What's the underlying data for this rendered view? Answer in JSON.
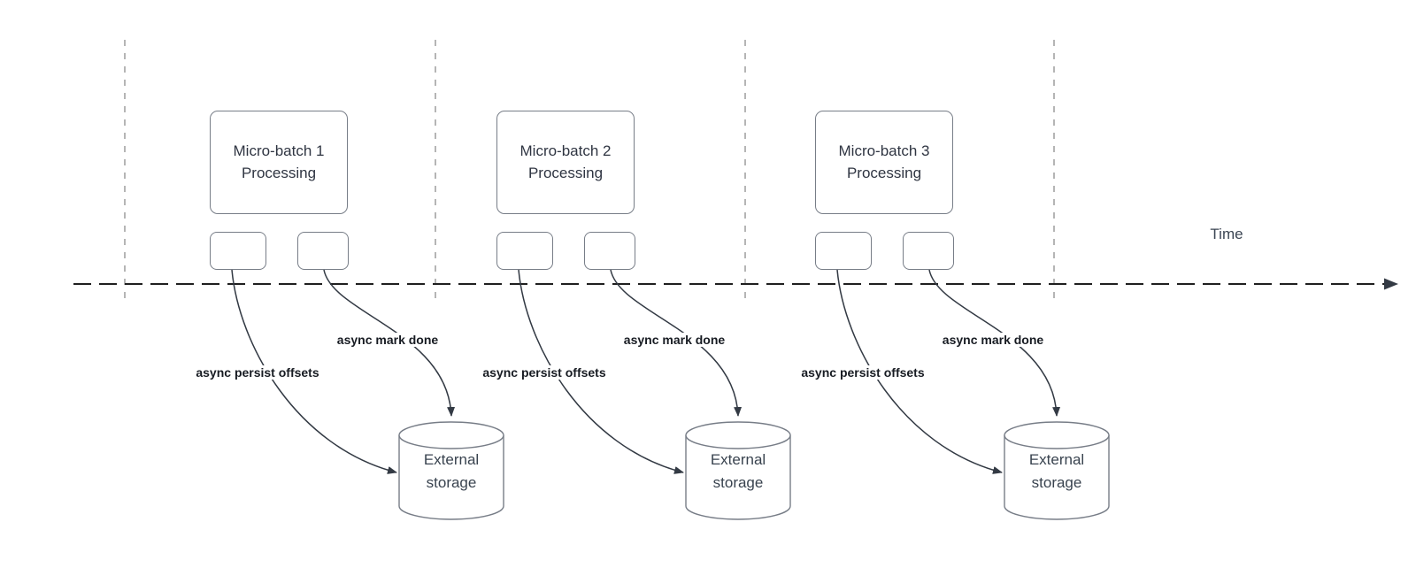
{
  "time_axis": {
    "label": "Time"
  },
  "groups": [
    {
      "box_label": "Micro-batch 1\nProcessing",
      "persist_arrow_label": "async persist offsets",
      "mark_done_arrow_label": "async mark done",
      "storage_label": "External\nstorage"
    },
    {
      "box_label": "Micro-batch 2\nProcessing",
      "persist_arrow_label": "async persist offsets",
      "mark_done_arrow_label": "async mark done",
      "storage_label": "External\nstorage"
    },
    {
      "box_label": "Micro-batch 3\nProcessing",
      "persist_arrow_label": "async persist offsets",
      "mark_done_arrow_label": "async mark done",
      "storage_label": "External\nstorage"
    }
  ],
  "colors": {
    "curve_line": "#333a44",
    "timeline": "#1f1f1f",
    "guide_line": "#b5b5b5",
    "shape_border": "#777d87",
    "box_text": "#2f3542",
    "label_text": "#171b22"
  }
}
